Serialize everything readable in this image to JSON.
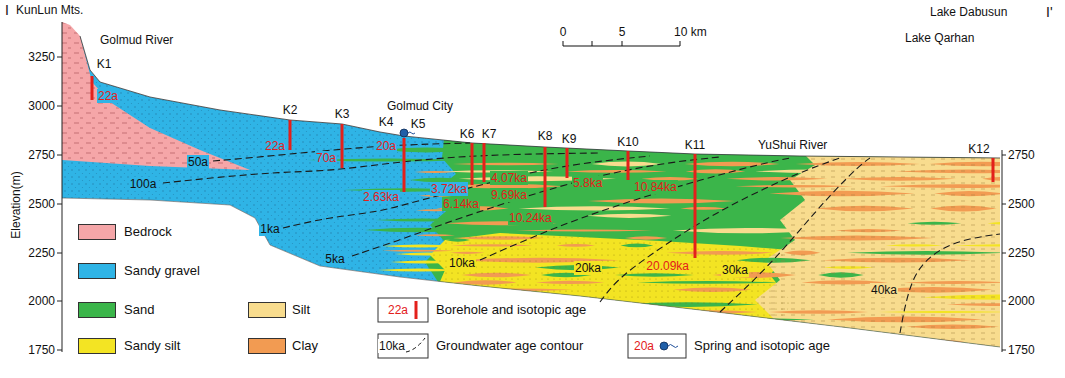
{
  "diagram": {
    "labels": [
      "I",
      "KunLun Mts.",
      "Golmud River",
      "K1",
      "22a",
      "K2",
      "22a",
      "K3",
      "70a",
      "Golmud City",
      "K4",
      "K5",
      "20a",
      "2.63ka",
      "K6",
      "K7",
      "3.72ka",
      "6.14ka",
      "4.07ka",
      "9.69ka",
      "K8",
      "10.24ka",
      "K9",
      "5.8ka",
      "K10",
      "10.84ka",
      "K11",
      "20.09ka",
      "YuShui River",
      "Lake Qarhan",
      "Lake Dabusun",
      "K12",
      "I'",
      "0",
      "5",
      "10 km",
      "50a",
      "100a",
      "1ka",
      "5ka",
      "10ka",
      "20ka",
      "30ka",
      "40ka",
      "Elevation(m)",
      "3250",
      "3000",
      "2750",
      "2500",
      "2250",
      "2000",
      "1750",
      "2750",
      "2500",
      "2250",
      "2000",
      "1750",
      "22a",
      "10ka",
      "20a"
    ],
    "legend": [
      {
        "text": "Bedrock",
        "color": "#f5a6a8"
      },
      {
        "text": "Sandy gravel",
        "color": "#2fb4e6"
      },
      {
        "text": "Sand",
        "color": "#3bb54a"
      },
      {
        "text": "Silt",
        "color": "#f8dc8e"
      },
      {
        "text": "Borehole and isotopic age"
      },
      {
        "text": "Sandy silt",
        "color": "#f3e423"
      },
      {
        "text": "Clay",
        "color": "#f29b52"
      },
      {
        "text": "Groundwater age contour"
      },
      {
        "text": "Spring and isotopic age"
      }
    ]
  }
}
